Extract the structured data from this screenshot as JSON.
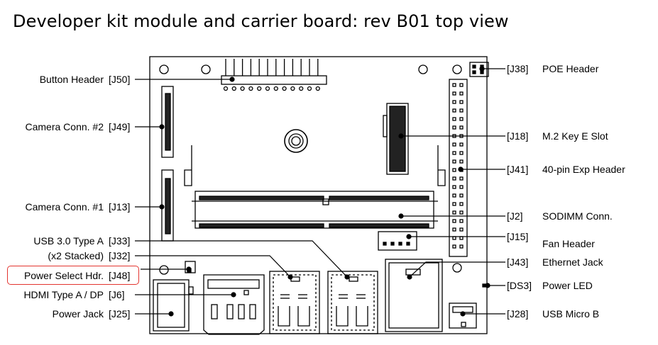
{
  "title": "Developer kit module and carrier board: rev B01 top view",
  "highlight_color": "#e3342f",
  "left_callouts": [
    {
      "name": "Button Header",
      "ref": "[J50]"
    },
    {
      "name": "Camera Conn. #2",
      "ref": "[J49]"
    },
    {
      "name": "Camera Conn. #1",
      "ref": "[J13]"
    },
    {
      "name": "USB 3.0 Type A",
      "ref": "[J33]"
    },
    {
      "name": "(x2 Stacked)",
      "ref": "[J32]"
    },
    {
      "name": "Power Select Hdr.",
      "ref": "[J48]"
    },
    {
      "name": "HDMI Type A / DP",
      "ref": "[J6]"
    },
    {
      "name": "Power Jack",
      "ref": "[J25]"
    }
  ],
  "right_callouts": [
    {
      "ref": "[J38]",
      "name": "POE Header"
    },
    {
      "ref": "[J18]",
      "name": "M.2 Key E Slot"
    },
    {
      "ref": "[J41]",
      "name": "40-pin Exp Header"
    },
    {
      "ref": "[J2]",
      "name": "SODIMM Conn."
    },
    {
      "ref": "[J15]",
      "name": "Fan Header"
    },
    {
      "ref": "[J43]",
      "name": "Ethernet Jack"
    },
    {
      "ref": "[DS3]",
      "name": "Power LED"
    },
    {
      "ref": "[J28]",
      "name": "USB Micro B"
    }
  ]
}
